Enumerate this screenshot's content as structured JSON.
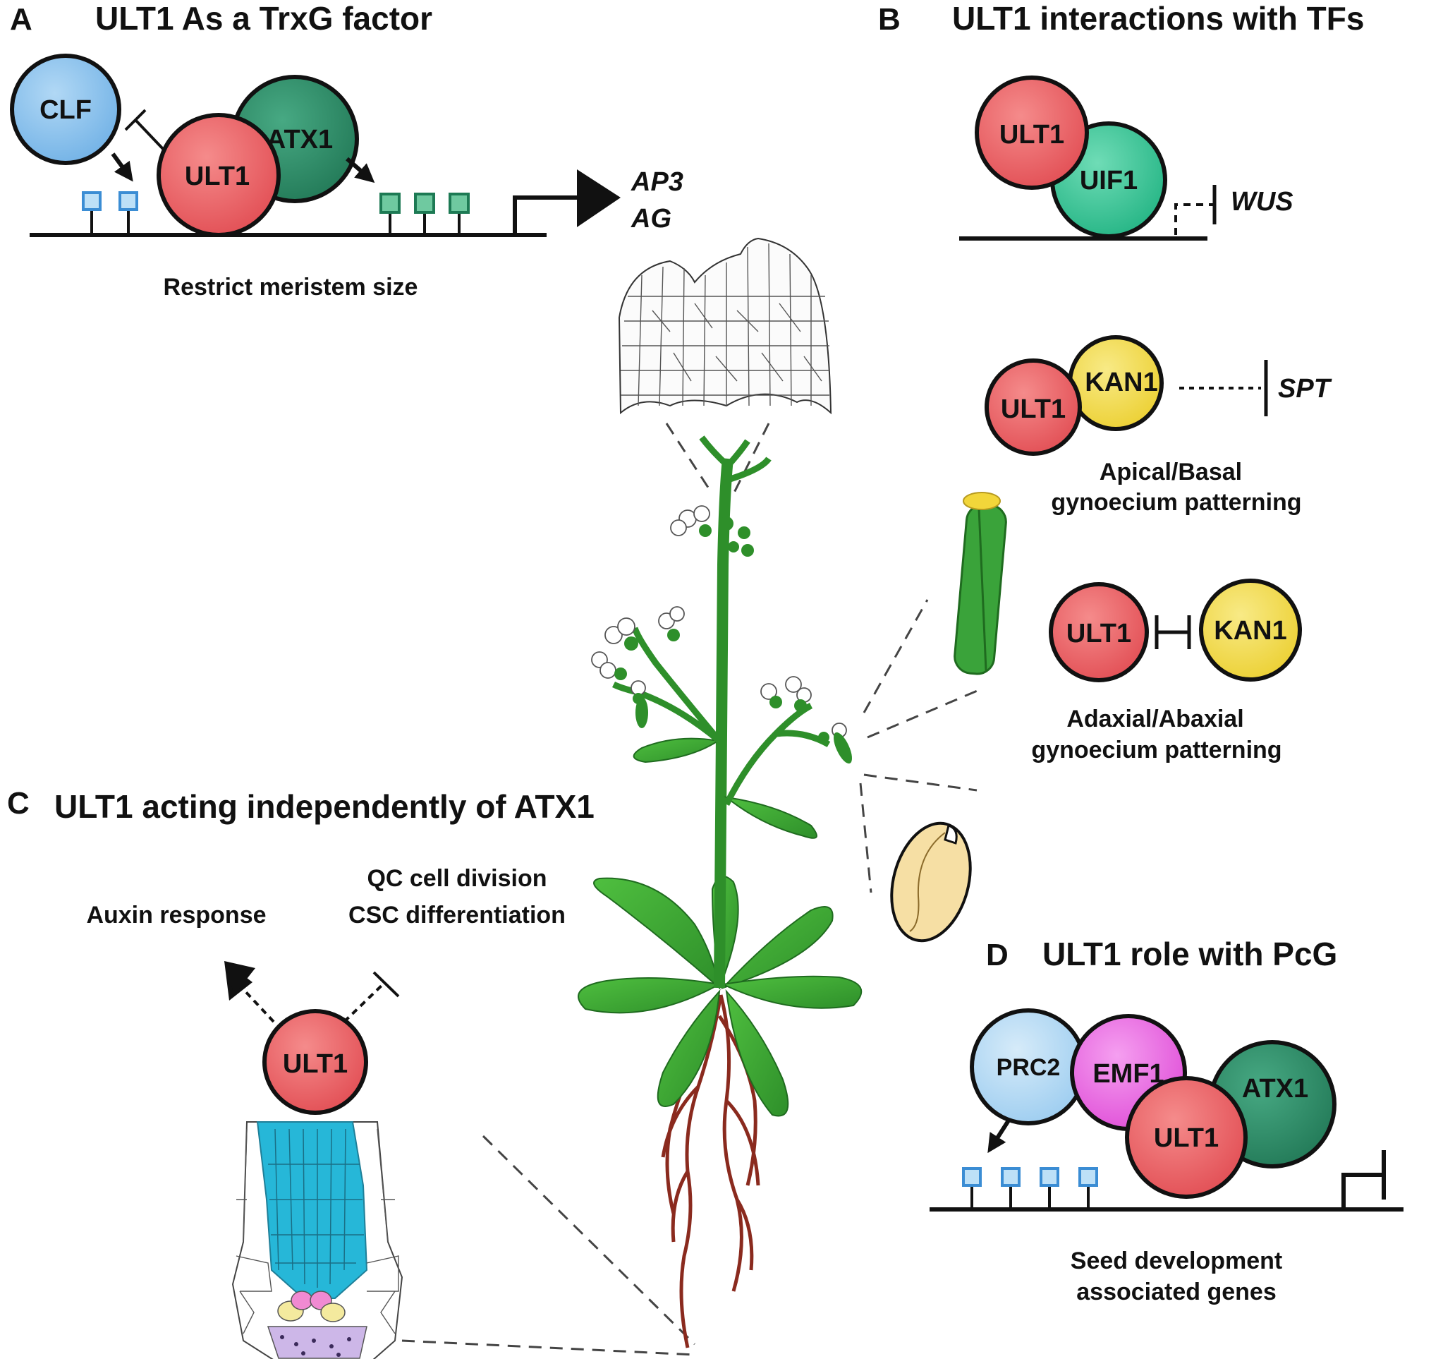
{
  "panel_a": {
    "letter": "A",
    "title": "ULT1 As a TrxG factor",
    "proteins": {
      "clf": "CLF",
      "ult1": "ULT1",
      "atx1": "ATX1"
    },
    "genes": [
      "AP3",
      "AG"
    ],
    "caption": "Restrict meristem size"
  },
  "panel_b": {
    "letter": "B",
    "title": "ULT1 interactions with TFs",
    "row1": {
      "ult1": "ULT1",
      "partner": "UIF1",
      "target": "WUS"
    },
    "row2": {
      "ult1": "ULT1",
      "partner": "KAN1",
      "target": "SPT",
      "caption_line1": "Apical/Basal",
      "caption_line2": "gynoecium patterning"
    },
    "row3": {
      "ult1": "ULT1",
      "partner": "KAN1",
      "caption_line1": "Adaxial/Abaxial",
      "caption_line2": "gynoecium patterning"
    }
  },
  "panel_c": {
    "letter": "C",
    "title": "ULT1 acting independently of ATX1",
    "label_left": "Auxin response",
    "label_right_line1": "QC cell division",
    "label_right_line2": "CSC differentiation",
    "protein": "ULT1"
  },
  "panel_d": {
    "letter": "D",
    "title": "ULT1 role with PcG",
    "proteins": {
      "prc2": "PRC2",
      "emf1": "EMF1",
      "ult1": "ULT1",
      "atx1": "ATX1"
    },
    "caption_line1": "Seed development",
    "caption_line2": "associated genes"
  },
  "colors": {
    "ult1": "#ef6a6a",
    "atx1": "#2f8f6a",
    "clf": "#8ec4ee",
    "uif1": "#3cc79a",
    "kan1": "#f3dd5a",
    "prc2": "#b7dbf3",
    "emf1": "#ee6fe6",
    "plant": "#3aa33a",
    "root": "#8a2a1e",
    "stele": "#26b7d8"
  }
}
